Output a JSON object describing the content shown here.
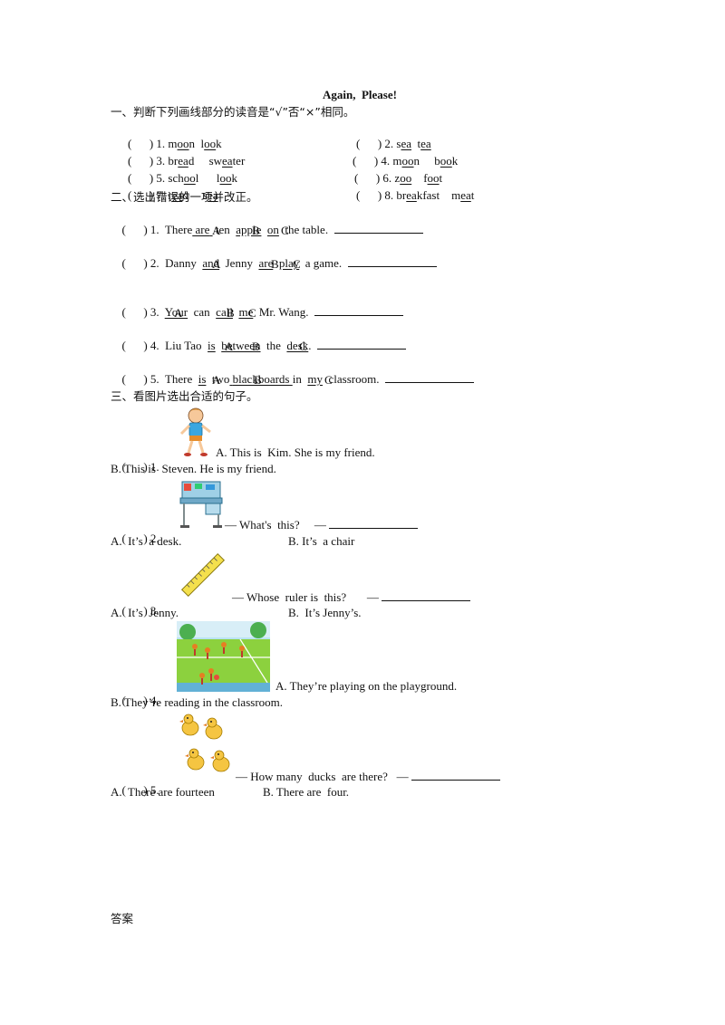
{
  "title": "Again,  Please!",
  "section1": {
    "heading": "一、判断下列画线部分的读音是“√”否“×”相同。",
    "paren": "(      )",
    "items": [
      {
        "num": "1.",
        "w1": "m",
        "w1u": "oo",
        "w1e": "n",
        "w2": "l",
        "w2u": "oo",
        "w2e": "k"
      },
      {
        "num": "2.",
        "w1": "s",
        "w1u": "ea",
        "w1e": "",
        "w2": "t",
        "w2u": "ea",
        "w2e": ""
      },
      {
        "num": "3.",
        "w1": "br",
        "w1u": "ea",
        "w1e": "d",
        "w2": "sw",
        "w2u": "ea",
        "w2e": "ter"
      },
      {
        "num": "4.",
        "w1": "m",
        "w1u": "oo",
        "w1e": "n",
        "w2": "b",
        "w2u": "oo",
        "w2e": "k"
      },
      {
        "num": "5.",
        "w1": "sch",
        "w1u": "oo",
        "w1e": "l",
        "w2": "l",
        "w2u": "oo",
        "w2e": "k"
      },
      {
        "num": "6.",
        "w1": "z",
        "w1u": "oo",
        "w1e": "",
        "w2": "f",
        "w2u": "oo",
        "w2e": "t"
      },
      {
        "num": "7.",
        "w1": "r",
        "w1u": "ea",
        "w1e": "d",
        "w2": "s",
        "w2u": "ea",
        "w2e": ""
      },
      {
        "num": "8.",
        "w1": "br",
        "w1u": "ea",
        "w1e": "kfast",
        "w2": "m",
        "w2u": "ea",
        "w2e": "t"
      }
    ]
  },
  "section2": {
    "heading": "二、选出错误的一项并改正。",
    "q1": {
      "num": "1.",
      "t1": "There",
      "ua": "are",
      "t2": "ten",
      "ub": "apple",
      "uc": "on",
      "t3": "the table."
    },
    "q2": {
      "num": "2.",
      "t1": "Danny",
      "ua": "and",
      "t2": "Jenny",
      "ub": "are",
      "uc": "play",
      "t3": "a game."
    },
    "q3": {
      "num": "3.",
      "ua": "Your",
      "t1": "can",
      "ub": "call",
      "uc": "me",
      "t2": "Mr. Wang."
    },
    "q4": {
      "num": "4.",
      "t1": "Liu Tao",
      "ua": "is",
      "ub": "between",
      "t2": "the",
      "uc": "desk",
      "t3": "."
    },
    "q5": {
      "num": "5.",
      "t1": "There",
      "ua": "is",
      "t2": "two",
      "ub": "blackboards",
      "t3": "in",
      "uc": "my",
      "t4": "classroom."
    },
    "labels": {
      "A": "A",
      "B": "B",
      "C": "C"
    }
  },
  "section3": {
    "heading": "三、看图片选出合适的句子。",
    "q1": {
      "num": "1.",
      "a": "A. This is  Kim. She is my friend.",
      "b": "B. This is  Steven. He is my friend."
    },
    "q2": {
      "num": "2.",
      "prompt": "— What's  this?     —",
      "a": "A.  It’s  a desk.",
      "b": "B. It’s  a chair"
    },
    "q3": {
      "num": "3.",
      "prompt": "— Whose  ruler is  this?       —",
      "a": "A.  It’s  Jenny.",
      "b": "B.  It’s Jenny’s."
    },
    "q4": {
      "num": "4.",
      "a": "A. They’re playing on the playground.",
      "b": "B. They’re reading in the classroom."
    },
    "q5": {
      "num": "5.",
      "prompt": "— How many  ducks  are there?   —",
      "a": "A.  There are fourteen",
      "b": "B. There are  four."
    }
  },
  "answers_heading": "答案",
  "icons": [
    "boy-image",
    "desk-image",
    "ruler-image",
    "playground-image",
    "ducks-image"
  ]
}
